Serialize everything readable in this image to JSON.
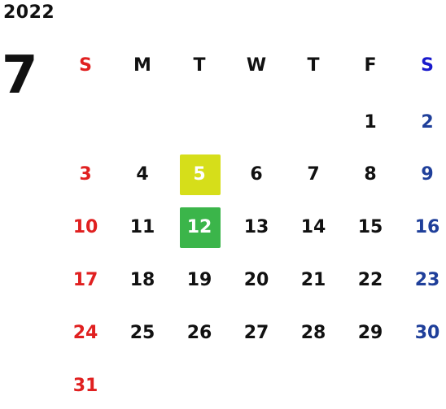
{
  "year": "2022",
  "month": "7",
  "colors": {
    "text": "#111111",
    "sunday": "#e02020",
    "saturday_header": "#1a1acc",
    "saturday": "#1f3f9a",
    "highlight_5": "#d6de1a",
    "highlight_12": "#3bb54a",
    "highlight_text": "#ffffff"
  },
  "weekdays": [
    "S",
    "M",
    "T",
    "W",
    "T",
    "F",
    "S"
  ],
  "weeks": [
    [
      "",
      "",
      "",
      "",
      "",
      "1",
      "2"
    ],
    [
      "3",
      "4",
      "5",
      "6",
      "7",
      "8",
      "9"
    ],
    [
      "10",
      "11",
      "12",
      "13",
      "14",
      "15",
      "16"
    ],
    [
      "17",
      "18",
      "19",
      "20",
      "21",
      "22",
      "23"
    ],
    [
      "24",
      "25",
      "26",
      "27",
      "28",
      "29",
      "30"
    ],
    [
      "31",
      "",
      "",
      "",
      "",
      "",
      ""
    ]
  ],
  "highlighted_days": [
    {
      "day": "5",
      "color": "#d6de1a"
    },
    {
      "day": "12",
      "color": "#3bb54a"
    }
  ]
}
